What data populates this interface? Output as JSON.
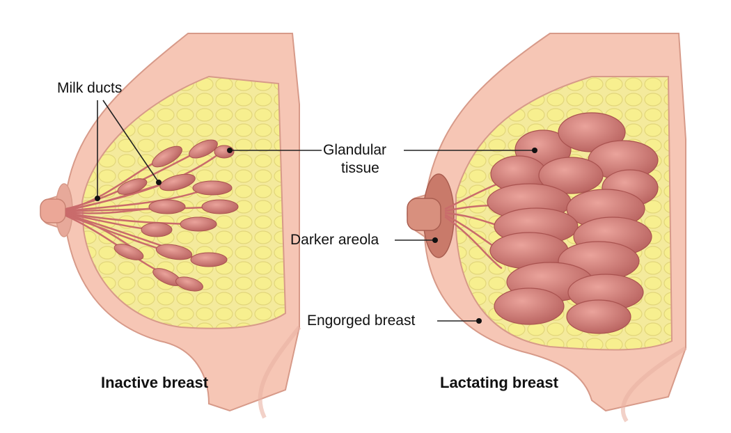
{
  "labels": {
    "milk_ducts": "Milk ducts",
    "glandular_line1": "Glandular",
    "glandular_line2": "tissue",
    "darker_areola": "Darker areola",
    "engorged_breast": "Engorged breast"
  },
  "captions": {
    "inactive": "Inactive breast",
    "lactating": "Lactating breast"
  },
  "colors": {
    "skin": "#f6c6b5",
    "skin_outline": "#d79a89",
    "fat": "#f4ea9c",
    "gland": "#d9827c",
    "duct": "#c96b6b",
    "areola_dark": "#c97a6a"
  }
}
